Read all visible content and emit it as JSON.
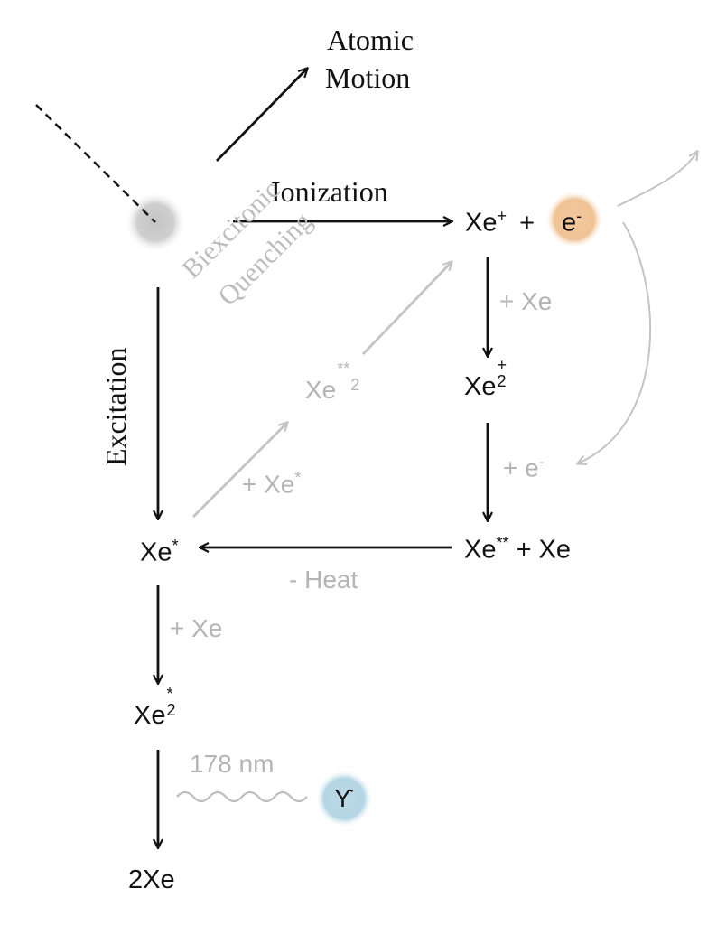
{
  "labels": {
    "atomic_motion_line1": "Atomic",
    "atomic_motion_line2": "Motion",
    "ionization": "Ionization",
    "excitation": "Excitation",
    "biexcitonic": "Biexcitonic",
    "quenching": "Quenching",
    "xe_plus": "Xe",
    "plus_sign": "+",
    "electron": "e",
    "plus_xe_1": "+ Xe",
    "xe2_plus": "Xe",
    "plus_e": "+ e",
    "xe_dstar": "Xe",
    "plus_xe_2": "+ Xe",
    "xe_star": "Xe",
    "heat": "- Heat",
    "plus_xe_star": "+ Xe",
    "xe2_dstar": "Xe",
    "plus_xe_3": "+ Xe",
    "xe2_star": "Xe",
    "wavelength": "178 nm",
    "photon": "ϒ",
    "ground": "2Xe"
  },
  "colors": {
    "black": "#111111",
    "gray": "#b8b8b8",
    "electron_fill": "#f1c79c",
    "photon_fill": "#b8d8e6",
    "atom_fill": "#c9c9c9"
  }
}
